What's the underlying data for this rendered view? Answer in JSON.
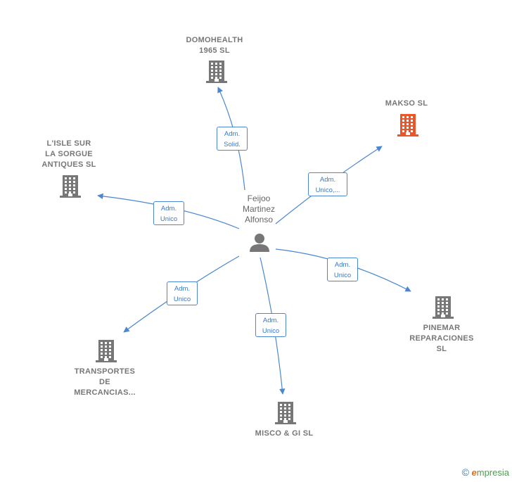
{
  "center": {
    "name_lines": [
      "Feijoo",
      "Martinez",
      "Alfonso"
    ],
    "icon": "person-icon"
  },
  "companies": [
    {
      "id": "domohealth",
      "lines": [
        "DOMOHEALTH",
        "1965  SL"
      ],
      "color": "#777777",
      "role": [
        "Adm.",
        "Solid."
      ]
    },
    {
      "id": "makso",
      "lines": [
        "MAKSO  SL"
      ],
      "color": "#e8562a",
      "role": [
        "Adm.",
        "Unico,..."
      ]
    },
    {
      "id": "lisle",
      "lines": [
        "L'ISLE SUR",
        "LA SORGUE",
        "ANTIQUES  SL"
      ],
      "color": "#777777",
      "role": [
        "Adm.",
        "Unico"
      ]
    },
    {
      "id": "pinemar",
      "lines": [
        "PINEMAR",
        "REPARACIONES",
        "SL"
      ],
      "color": "#777777",
      "role": [
        "Adm.",
        "Unico"
      ]
    },
    {
      "id": "transportes",
      "lines": [
        "TRANSPORTES",
        "DE",
        "MERCANCIAS..."
      ],
      "color": "#777777",
      "role": [
        "Adm.",
        "Unico"
      ]
    },
    {
      "id": "misco",
      "lines": [
        "MISCO & GI  SL"
      ],
      "color": "#777777",
      "role": [
        "Adm.",
        "Unico"
      ]
    }
  ],
  "footer": {
    "copyright_symbol": "©",
    "brand_initial": "e",
    "brand_rest": "mpresia"
  },
  "colors": {
    "edge": "#4a87d0",
    "node_default": "#777777",
    "node_highlight": "#e8562a"
  }
}
